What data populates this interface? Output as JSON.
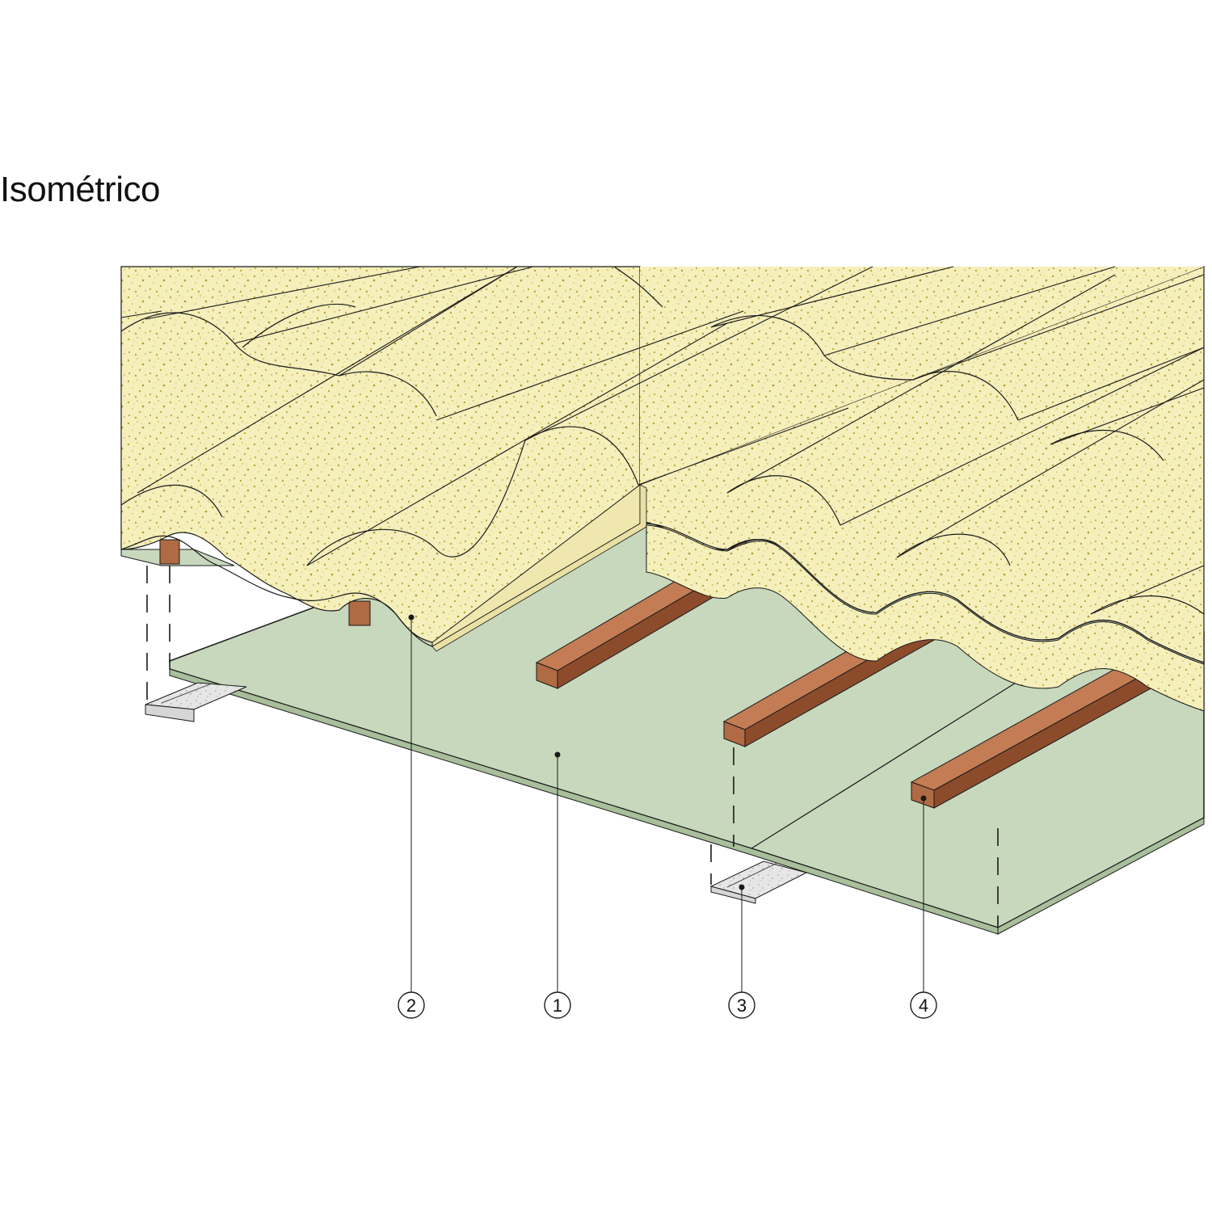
{
  "title": "Isométrico",
  "colors": {
    "tile": "#f4efbb",
    "tile_shadow": "#e9e1a4",
    "tile_speckle": "#bca83a",
    "board": "#c7d8bc",
    "board_edge": "#8fa785",
    "batten": "#b06a44",
    "batten_dark": "#8c4c2c",
    "profile": "#d8d8d8",
    "line": "#1a1a1a"
  },
  "callouts": [
    {
      "id": "2",
      "label": "2"
    },
    {
      "id": "1",
      "label": "1"
    },
    {
      "id": "3",
      "label": "3"
    },
    {
      "id": "4",
      "label": "4"
    }
  ]
}
